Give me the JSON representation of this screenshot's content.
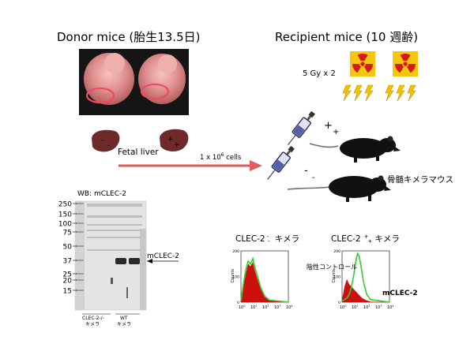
{
  "donor": {
    "title": "Donor mice (胎生13.5日)"
  },
  "recipient": {
    "title": "Recipient mice (10 週齢)"
  },
  "irradiation": {
    "dose": "5 Gy x 2",
    "symbol_icon": "radiation-icon",
    "lightning_icon": "lightning-icon",
    "bg_color": "#f5c60f",
    "symbol_color": "#d61a1a"
  },
  "fetal_liver": {
    "label": "Fetal liver",
    "ko_sup": "-",
    "ko_sub": "-",
    "wt_sup": "+",
    "wt_sub": "+",
    "liver_color": "#6e2a2a"
  },
  "transfer": {
    "cells": "1 x 10",
    "exponent": "6",
    "cells_suffix": " cells",
    "arrow_color": "#e25a5a"
  },
  "syringe_wt": {
    "sup": "+",
    "sub": "+"
  },
  "syringe_ko": {
    "sup": "-",
    "sub": "-"
  },
  "chimera_label": "骨髄キメラマウス",
  "western_blot": {
    "title": "WB: mCLEC-2",
    "markers": [
      "250",
      "150",
      "100",
      "75",
      "50",
      "37",
      "25",
      "20",
      "15"
    ],
    "band_label": "mCLEC-2",
    "lane_groups": [
      {
        "line1": "CLEC-2-/-",
        "line2": "キメラ"
      },
      {
        "line1": "WT",
        "line2": "キメラ"
      }
    ]
  },
  "flow": {
    "ko": {
      "title_prefix": "CLEC-2",
      "sup": "-",
      "sub": "-",
      "title_suffix": "キメラ"
    },
    "wt": {
      "title_prefix": "CLEC-2",
      "sup": "+",
      "sub": "+",
      "title_suffix": "キメラ"
    },
    "ylabel": "Counts",
    "xticks": [
      "10",
      "10",
      "10",
      "10",
      "10"
    ],
    "xtick_exps": [
      "0",
      "1",
      "2",
      "3",
      "4"
    ],
    "yticks": [
      "0",
      "100",
      "200"
    ],
    "neg_label": "陰性コントロール",
    "pos_label": "mCLEC-2",
    "neg_color": "#cc1010",
    "pos_color": "#33cc33"
  }
}
